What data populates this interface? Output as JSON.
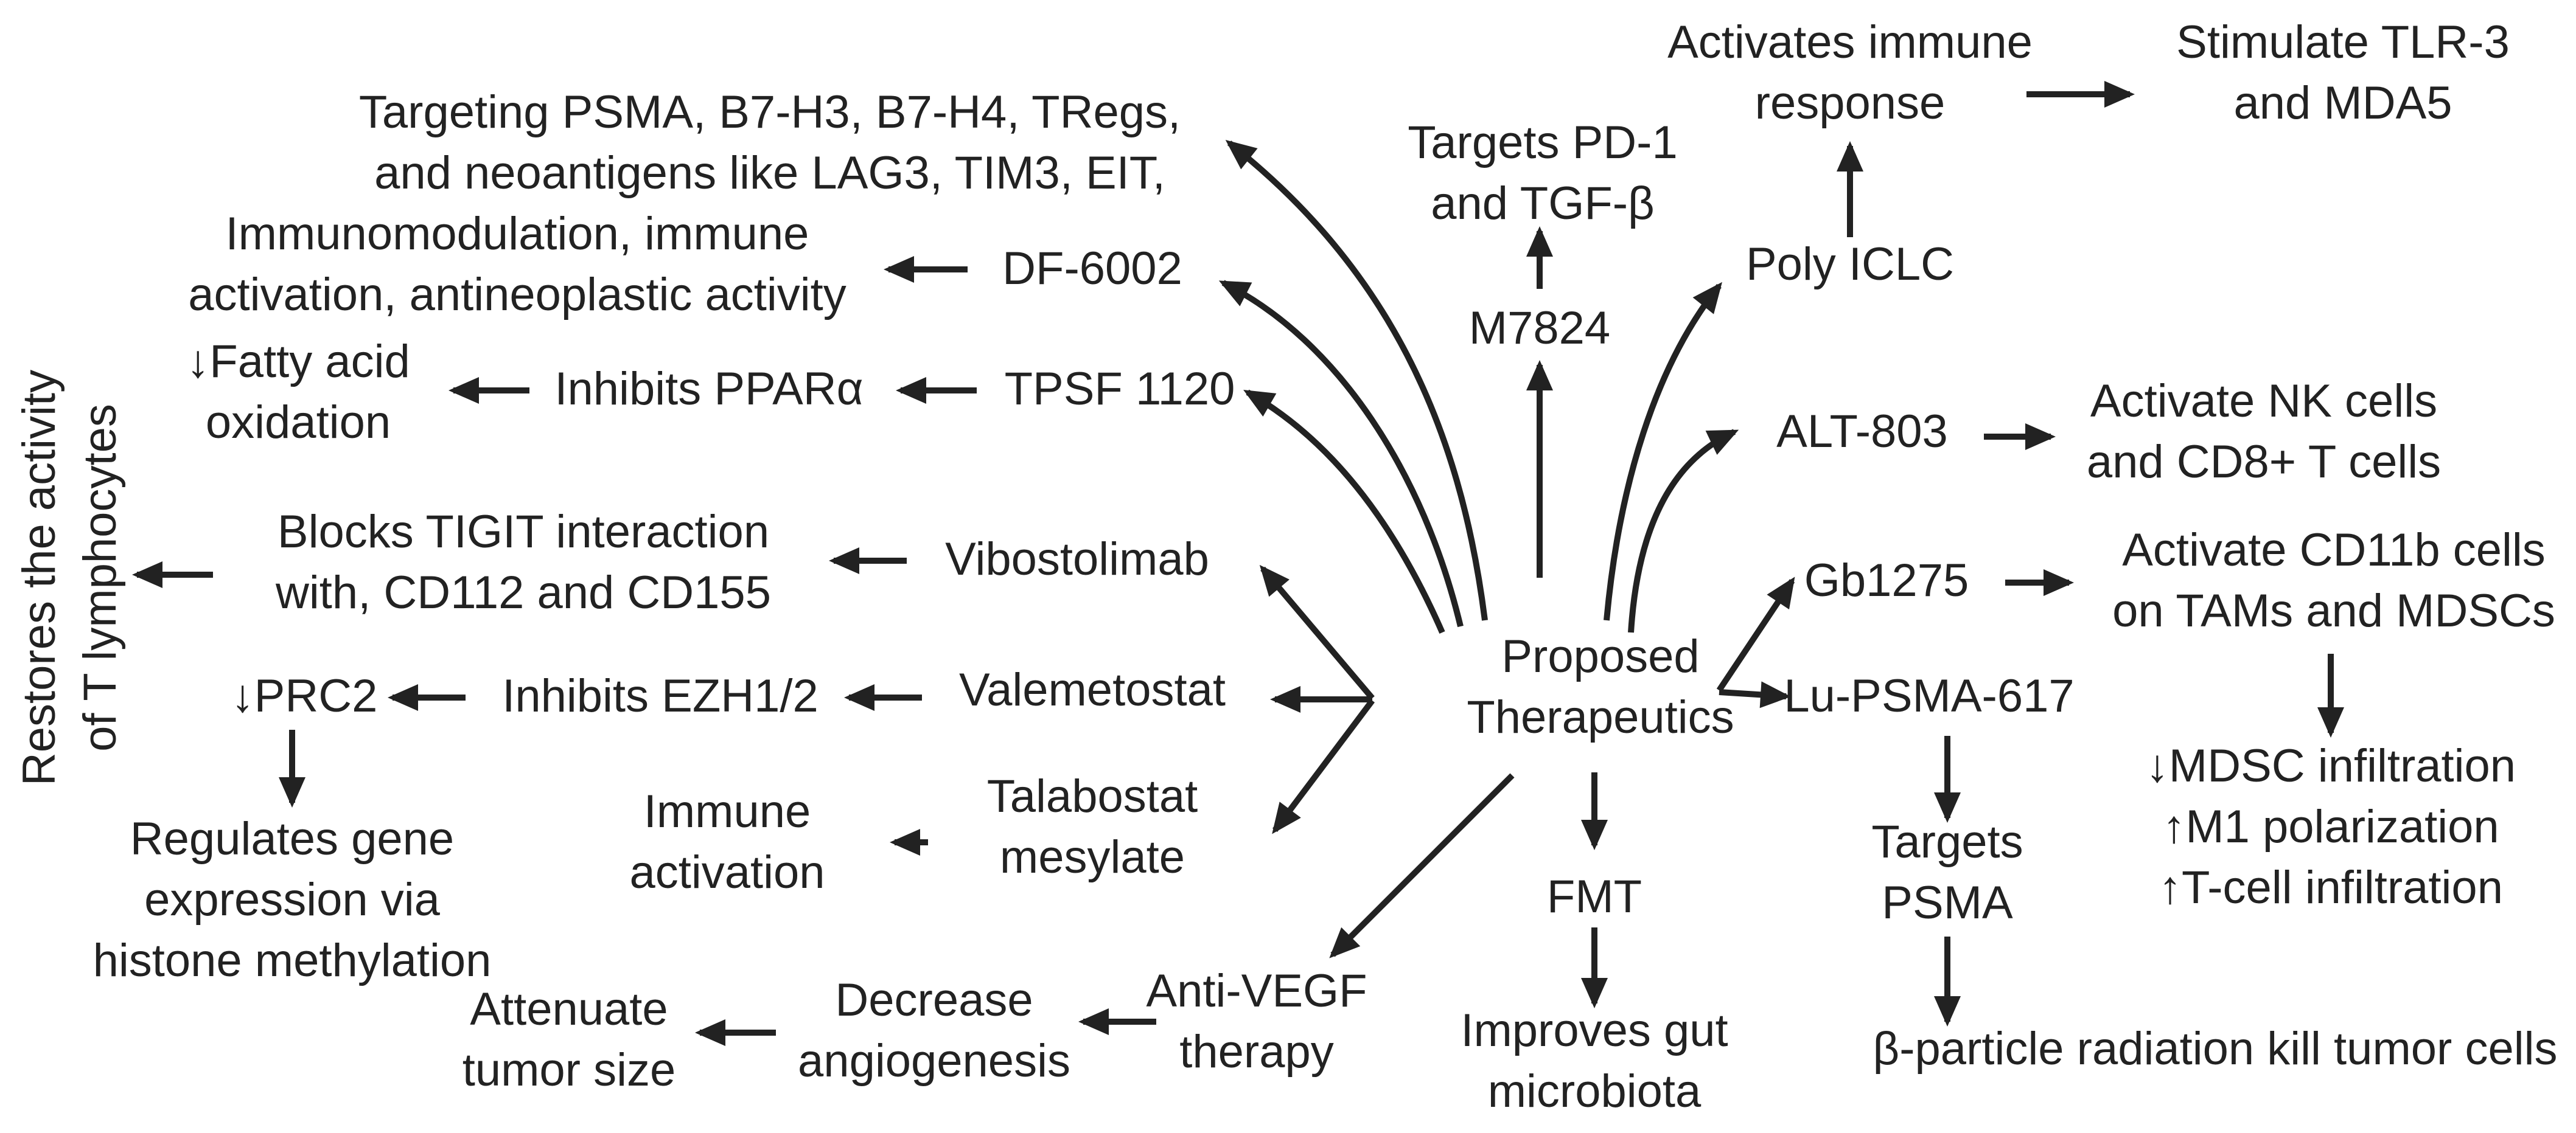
{
  "diagram": {
    "center": [
      "Proposed",
      "Therapeutics"
    ],
    "m7824": "M7824",
    "pd1": [
      "Targets PD-1",
      "and TGF-β"
    ],
    "polyiclc": "Poly ICLC",
    "immune_response": [
      "Activates immune",
      "response"
    ],
    "tlr3": [
      "Stimulate TLR-3",
      "and MDA5"
    ],
    "targeting": [
      "Targeting PSMA, B7-H3, B7-H4, TRegs,",
      "and neoantigens like LAG3, TIM3, EIT,"
    ],
    "df6002": "DF-6002",
    "immunomod": [
      "Immunomodulation, immune",
      "activation, antineoplastic activity"
    ],
    "tpsf": "TPSF 1120",
    "ppar": "Inhibits PPARα",
    "fatty": [
      "↓Fatty acid",
      "oxidation"
    ],
    "restores": [
      "Restores the activity",
      "of T lymphocytes"
    ],
    "vibostolimab": "Vibostolimab",
    "tigit": [
      "Blocks TIGIT interaction",
      "with, CD112 and CD155"
    ],
    "valemetostat": "Valemetostat",
    "ezh": "Inhibits EZH1/2",
    "prc2": "↓PRC2",
    "gene": [
      "Regulates gene",
      "expression via",
      "histone methylation"
    ],
    "talabostat": [
      "Talabostat",
      "mesylate"
    ],
    "immune_activation": [
      "Immune",
      "activation"
    ],
    "antivegf": [
      "Anti-VEGF",
      "therapy"
    ],
    "angiogenesis": [
      "Decrease",
      "angiogenesis"
    ],
    "attenuate": [
      "Attenuate",
      "tumor size"
    ],
    "fmt": "FMT",
    "gut": [
      "Improves gut",
      "microbiota"
    ],
    "alt803": "ALT-803",
    "nk": [
      "Activate NK cells",
      "and CD8+ T cells"
    ],
    "gb1275": "Gb1275",
    "cd11b": [
      "Activate CD11b cells",
      "on TAMs and MDSCs"
    ],
    "mdsc": [
      "↓MDSC infiltration",
      "↑M1 polarization",
      "↑T-cell infiltration"
    ],
    "lupsma": "Lu-PSMA-617",
    "targets_psma": [
      "Targets",
      "PSMA"
    ],
    "beta": "β-particle radiation kill tumor cells"
  }
}
